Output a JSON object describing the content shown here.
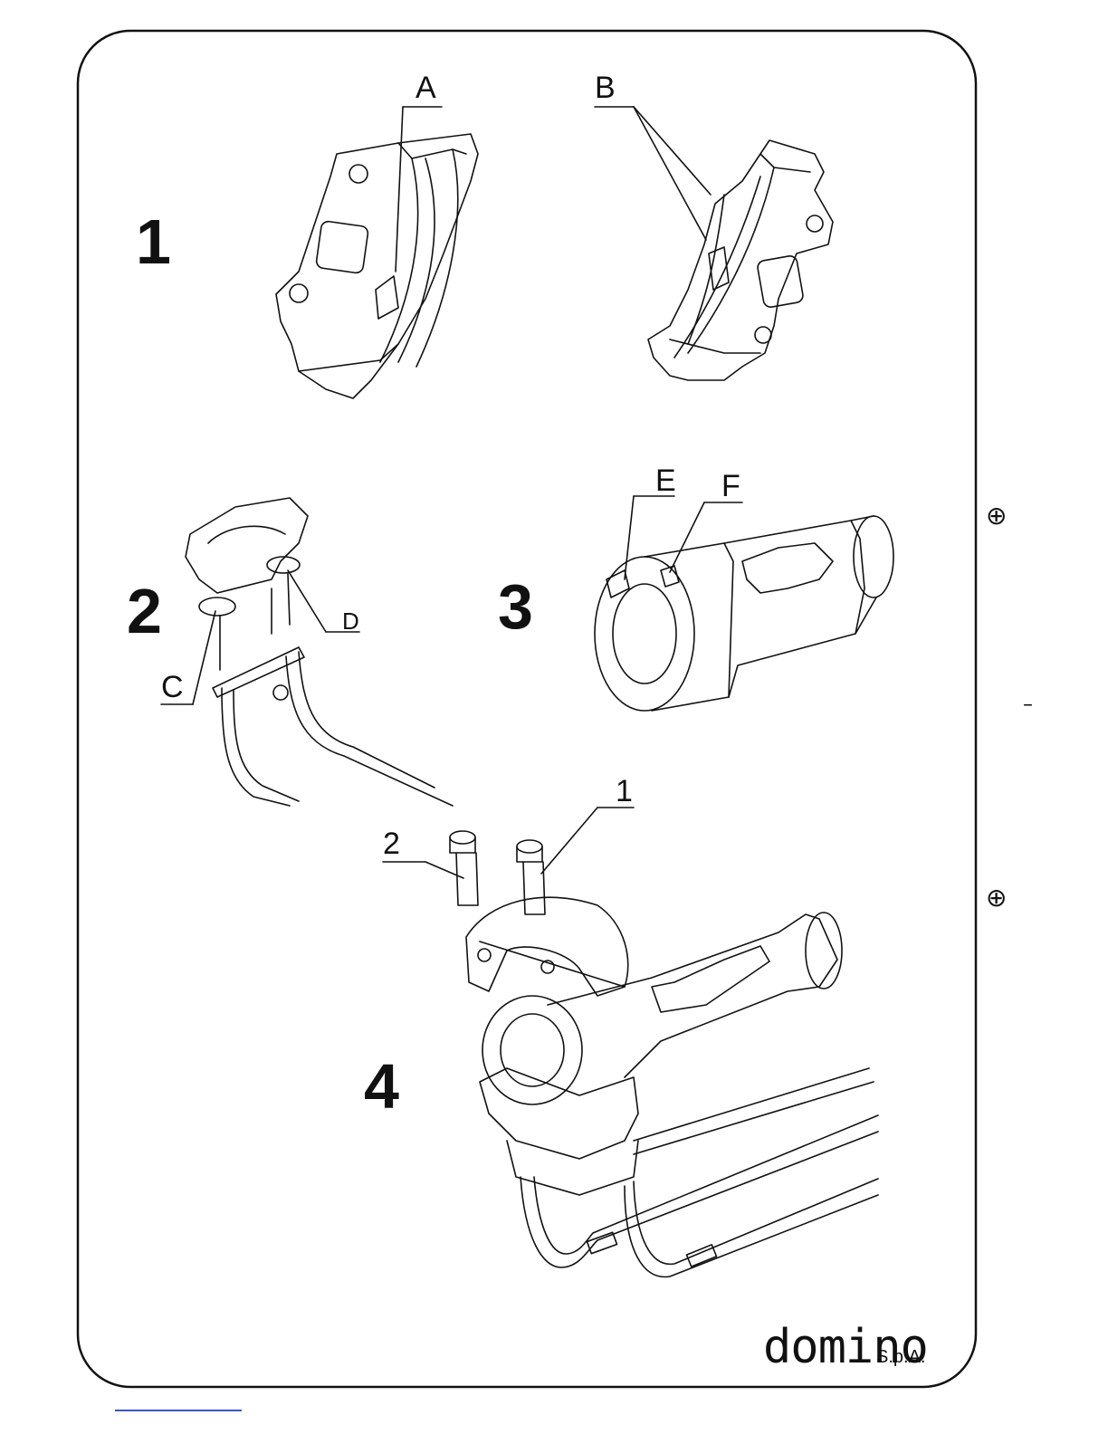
{
  "steps": {
    "s1": "1",
    "s2": "2",
    "s3": "3",
    "s4": "4"
  },
  "callouts": {
    "A": "A",
    "B": "B",
    "C": "C",
    "D": "D",
    "E": "E",
    "F": "F",
    "part1": "1",
    "part2": "2"
  },
  "margin_marks": {
    "plus_top": "⊕",
    "minus": "–",
    "plus_bottom": "⊕"
  },
  "brand": {
    "name": "domino",
    "suffix": "S.p.A."
  },
  "colors": {
    "line": "#111111",
    "footer_rule": "#3a55c8"
  }
}
